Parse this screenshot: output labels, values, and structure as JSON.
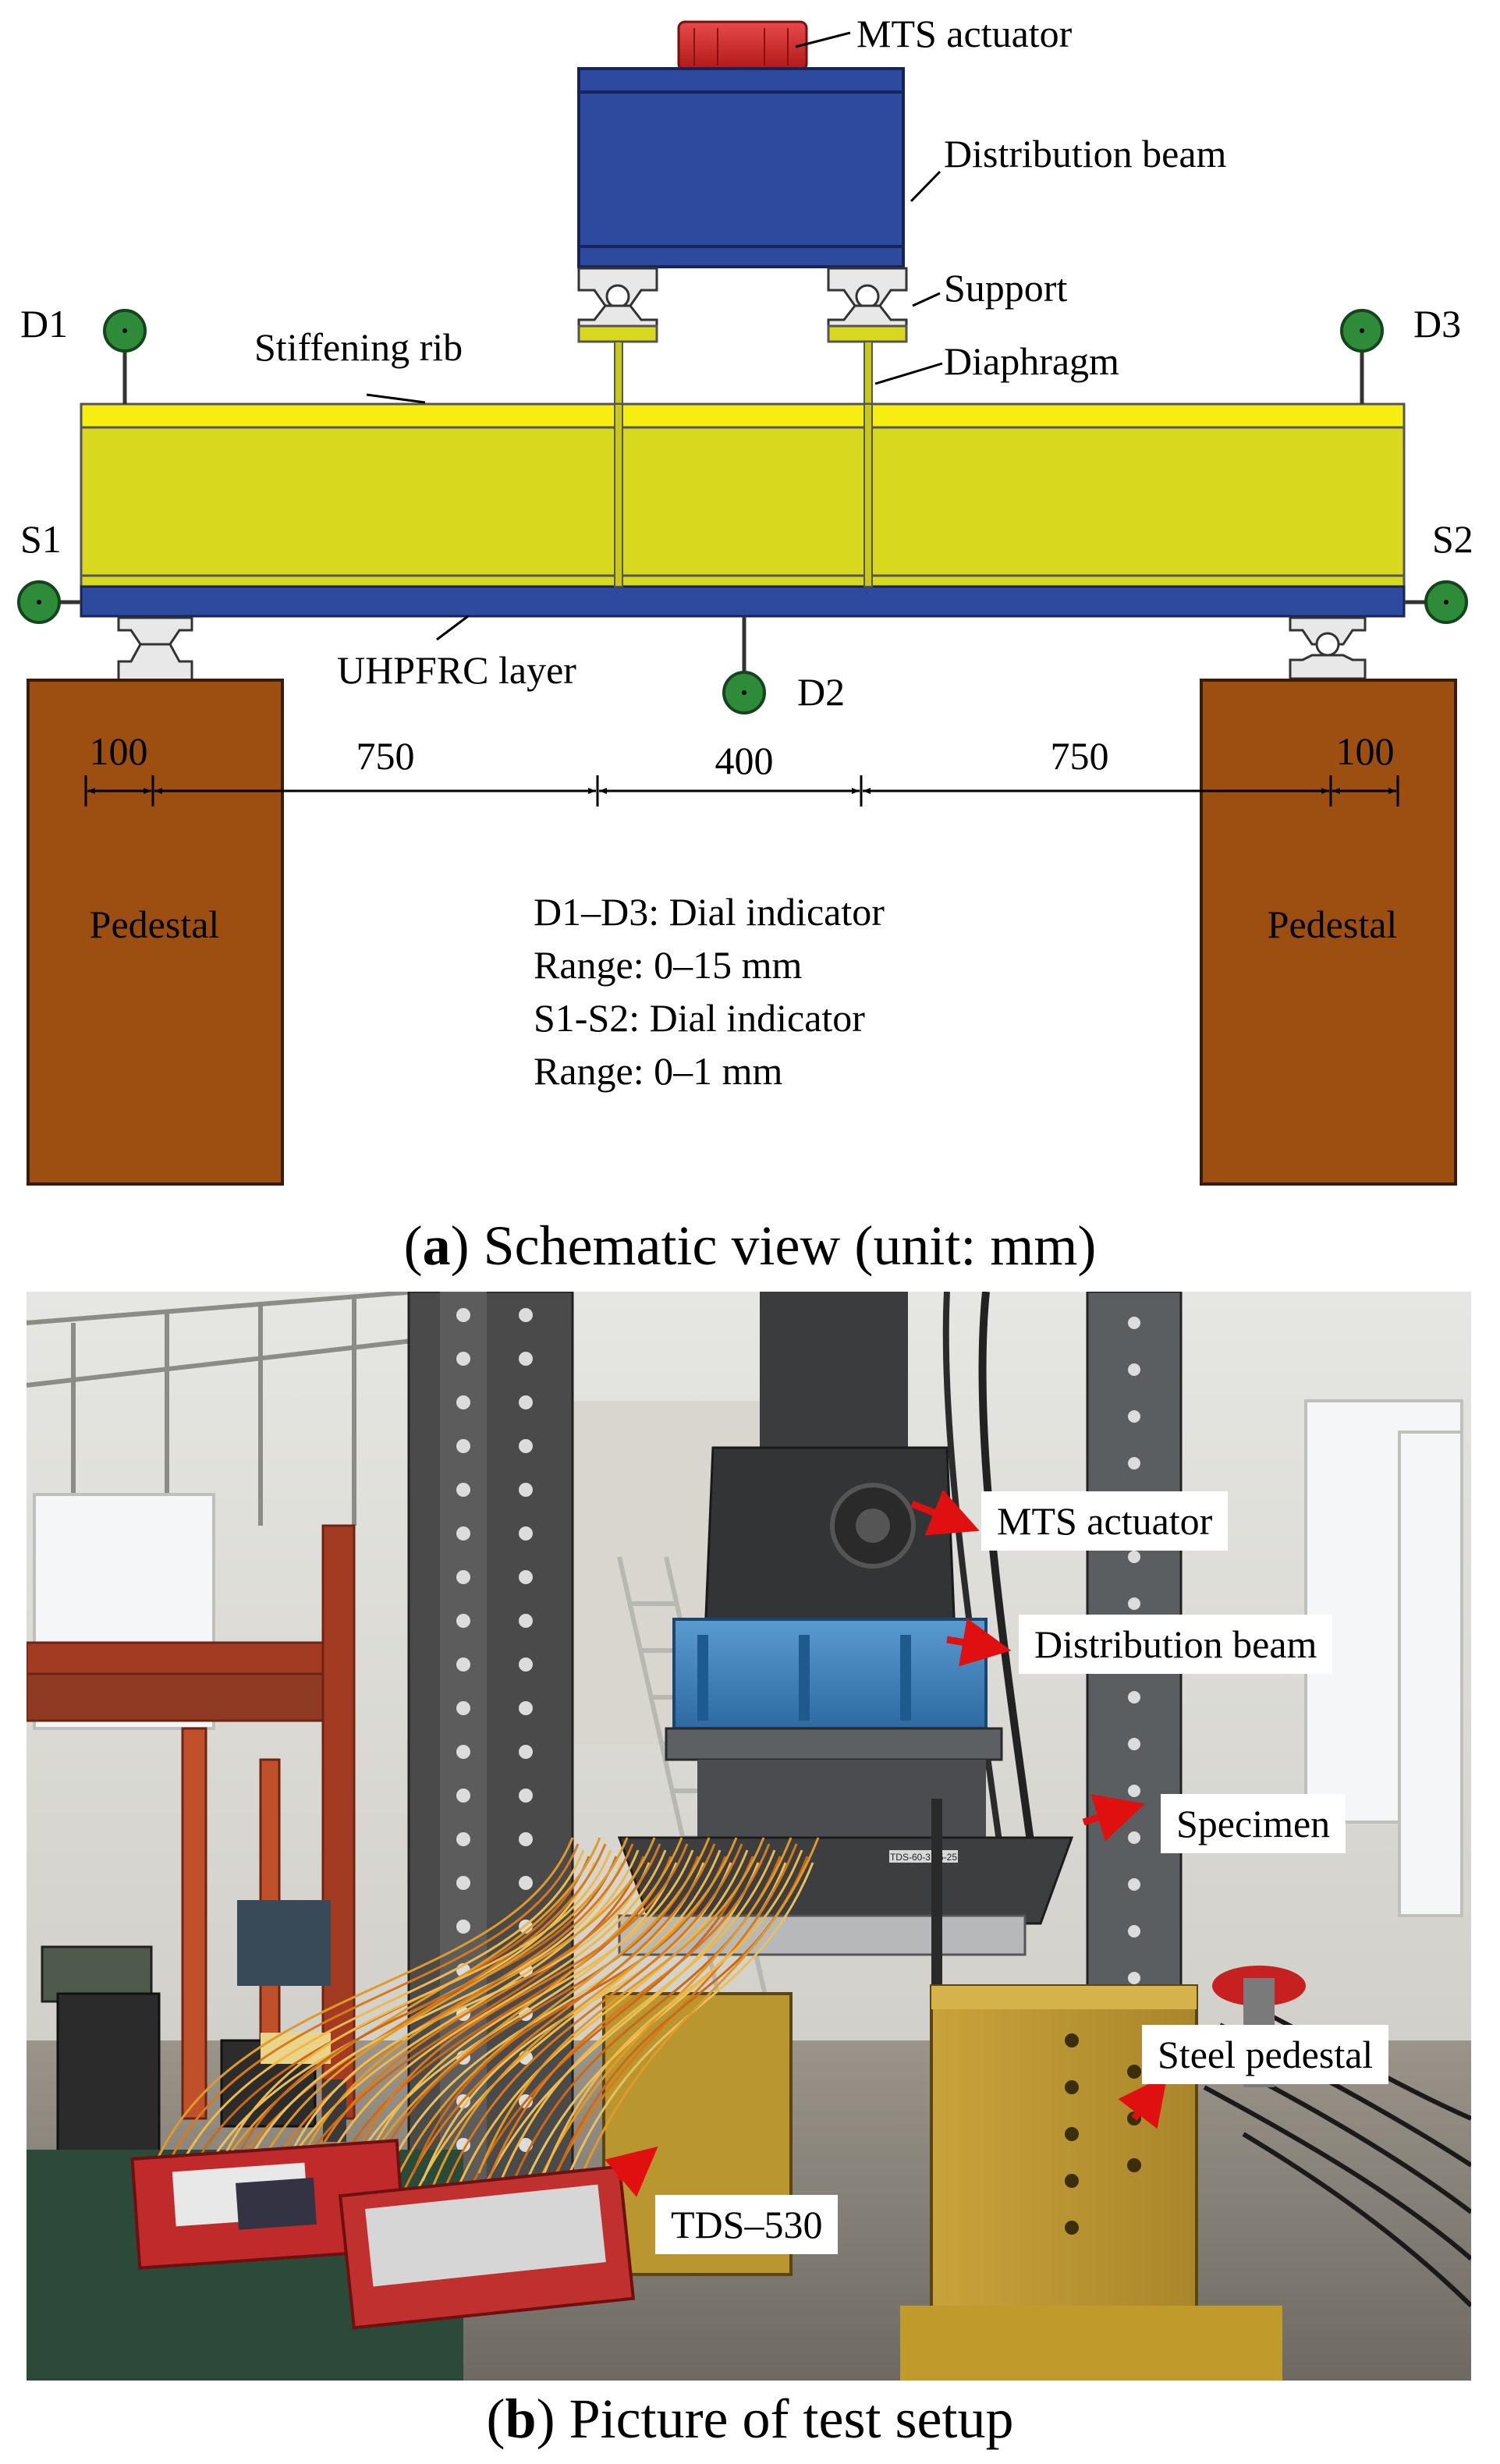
{
  "schematic": {
    "labels": {
      "actuator": "MTS actuator",
      "distribution_beam": "Distribution beam",
      "support": "Support",
      "diaphragm": "Diaphragm",
      "stiffening_rib": "Stiffening rib",
      "uhpfrc_layer": "UHPFRC layer",
      "pedestal_left": "Pedestal",
      "pedestal_right": "Pedestal"
    },
    "gauges": {
      "d1": "D1",
      "d2": "D2",
      "d3": "D3",
      "s1": "S1",
      "s2": "S2"
    },
    "dimensions": {
      "left_overhang": "100",
      "left_span": "750",
      "mid_span": "400",
      "right_span": "750",
      "right_overhang": "100"
    },
    "legend": {
      "line1": "D1–D3: Dial indicator",
      "line2": "Range: 0–15 mm",
      "line3": "S1-S2: Dial indicator",
      "line4": "Range: 0–1 mm"
    },
    "colors": {
      "beam_blue": "#2E4A9E",
      "actuator_red": "#D42A2A",
      "specimen_yellow": "#D8D81F",
      "pedestal_brown": "#9C4F10",
      "gauge_green": "#2E8B3A"
    }
  },
  "captions": {
    "a_letter": "a",
    "a_rest": "Schematic view (unit: mm)",
    "b_letter": "b",
    "b_rest": "Picture of test setup"
  },
  "photo": {
    "labels": {
      "actuator": "MTS actuator",
      "distribution_beam": "Distribution beam",
      "specimen": "Specimen",
      "steel_pedestal": "Steel pedestal",
      "tds": "TDS–530"
    },
    "specimen_tag": "TDS-60-37.5-25"
  }
}
